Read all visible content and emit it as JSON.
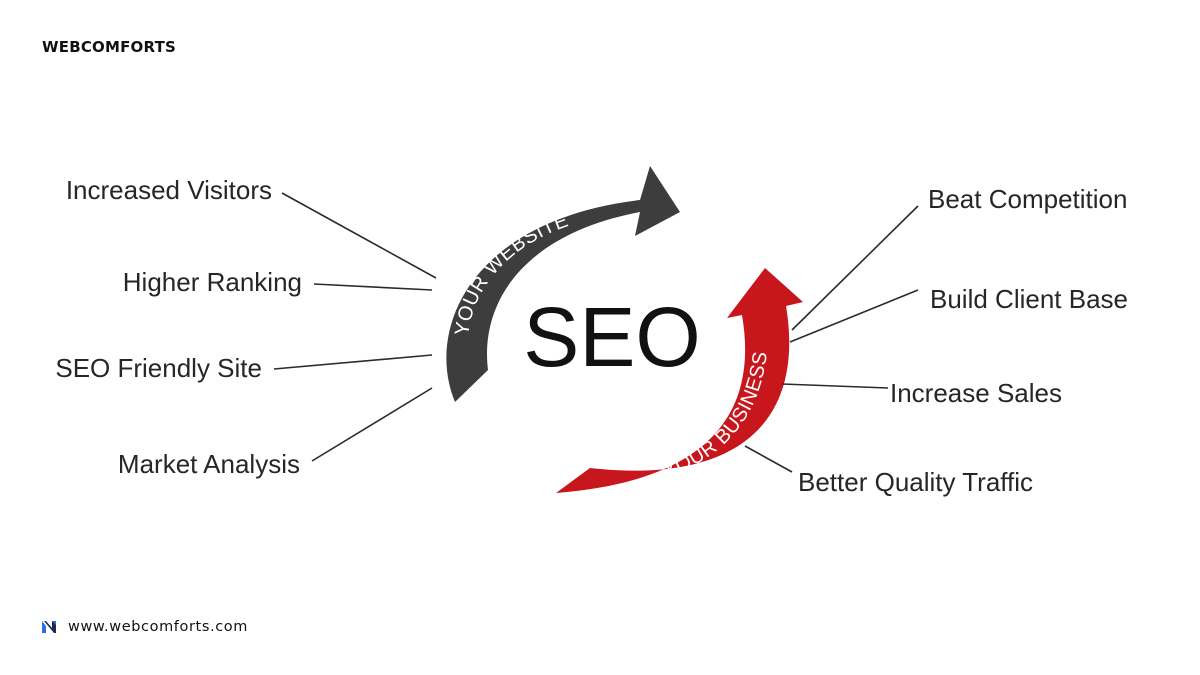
{
  "brand": {
    "logo_text": "WEBCOMFORTS",
    "website": "www.webcomforts.com",
    "icon": "webcomforts-logo-icon"
  },
  "diagram": {
    "center": "SEO",
    "arrows": {
      "website": {
        "label": "YOUR WEBSITE",
        "color": "#3d3d3d"
      },
      "business": {
        "label": "YOUR BUSINESS",
        "color": "#c8161d"
      }
    },
    "website_benefits": [
      "Increased Visitors",
      "Higher Ranking",
      "SEO Friendly Site",
      "Market Analysis"
    ],
    "business_benefits": [
      "Beat Competition",
      "Build Client Base",
      "Increase Sales",
      "Better Quality Traffic"
    ]
  }
}
